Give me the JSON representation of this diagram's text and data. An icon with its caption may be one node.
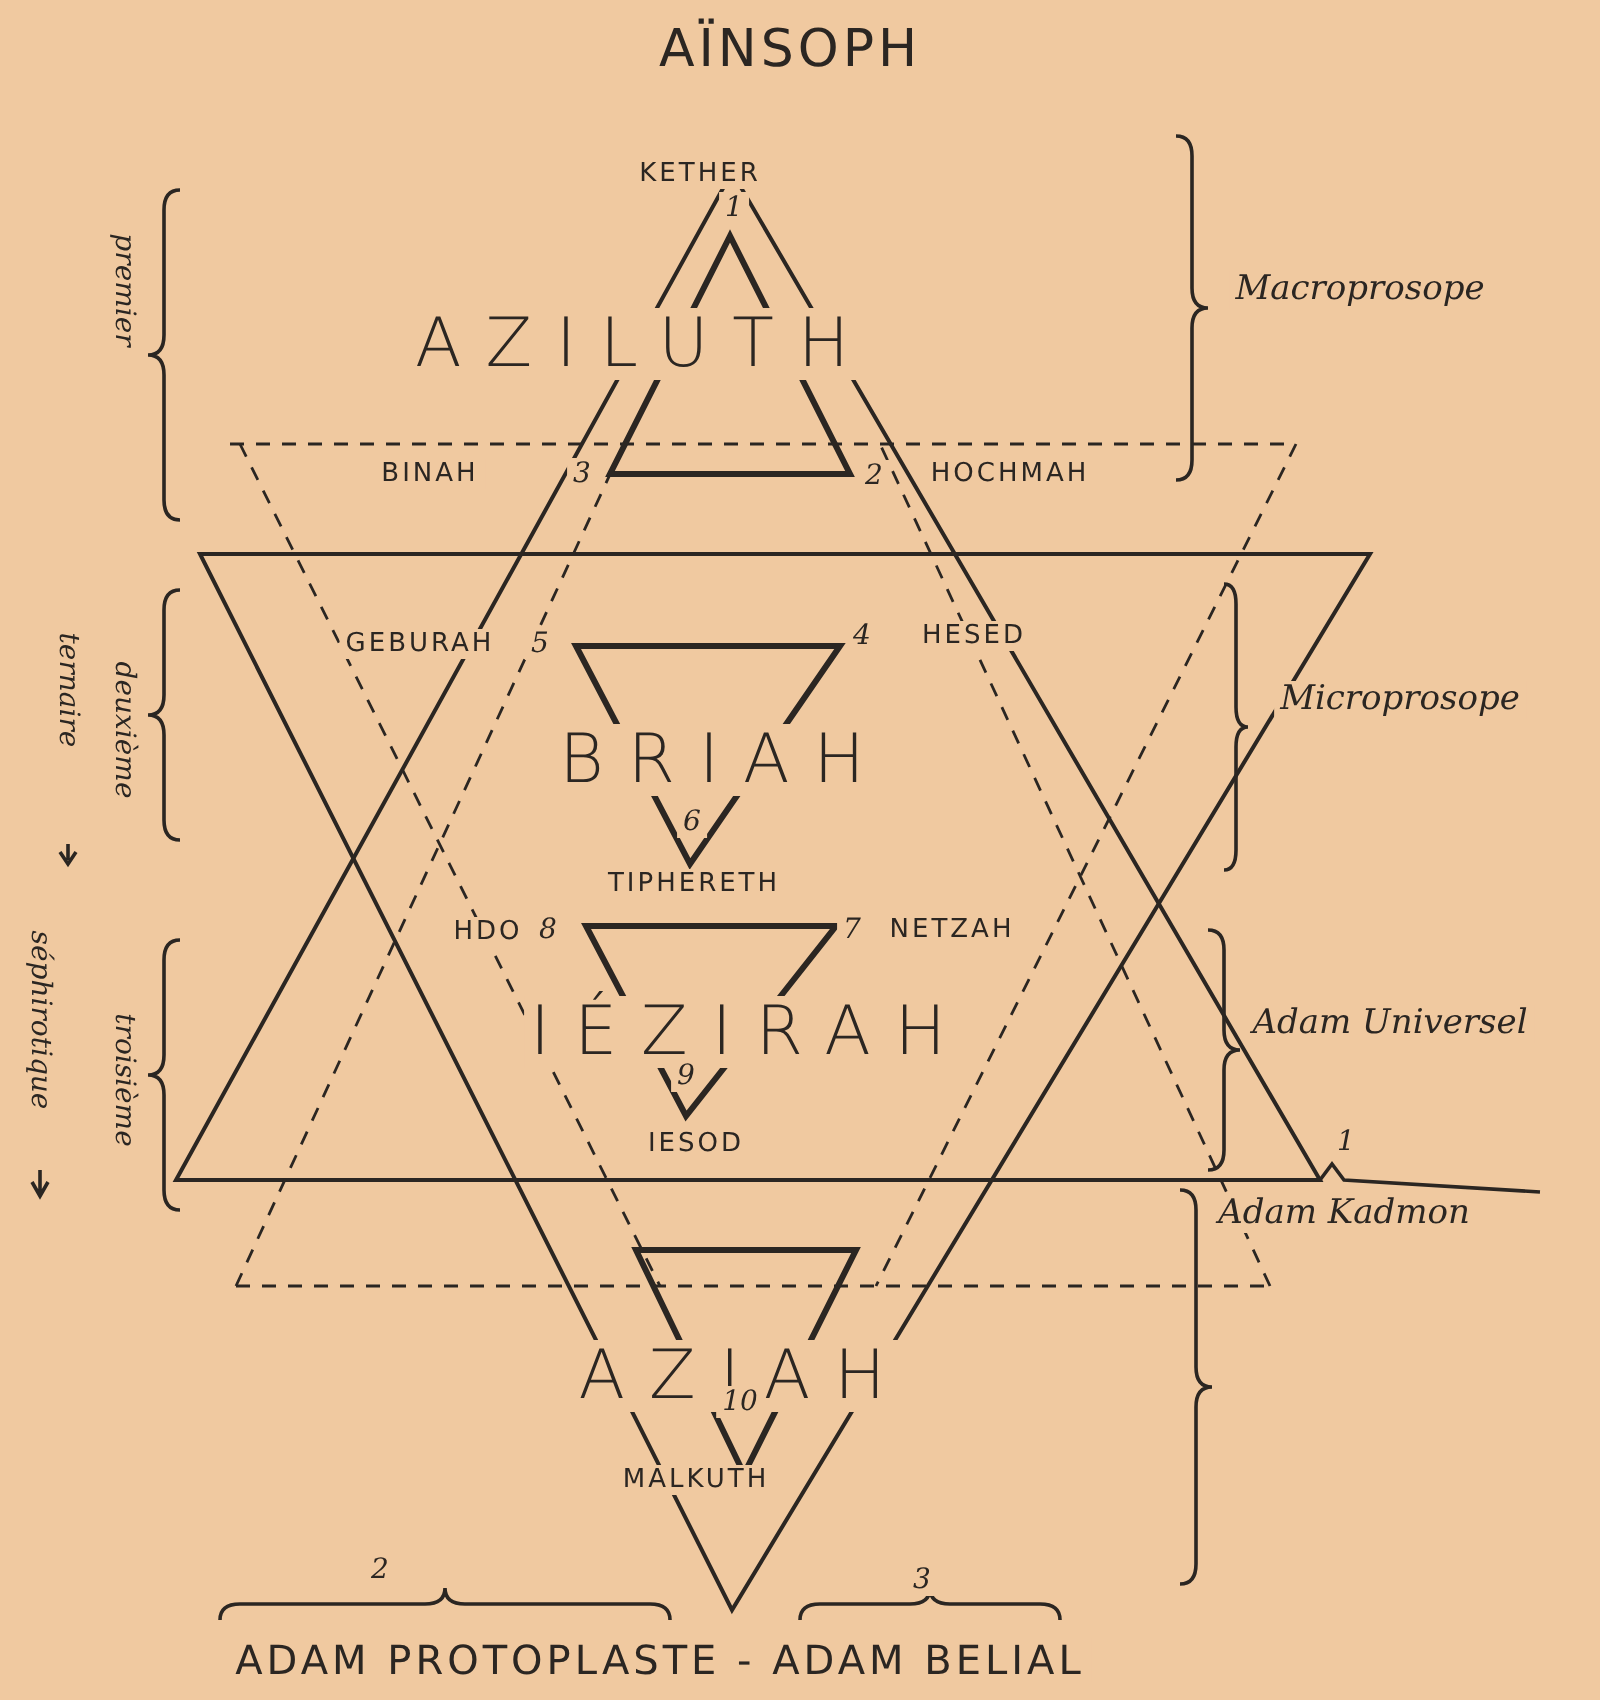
{
  "diagram": {
    "title": "AÏNSOPH",
    "labels": [
      "KETHER",
      "1",
      "Macroprosope",
      "premier",
      "AZILUTH",
      "BINAH",
      "3",
      "2",
      "HOCHMAH",
      "ternaire",
      "GEBURAH",
      "5",
      "4",
      "HESED",
      "Microprosope",
      "deuxième",
      "BRIAH",
      "6",
      "TIPHERETH",
      "HDO",
      "8",
      "7",
      "NETZAH",
      "séphirotique",
      "troisième",
      "IÉZIRAH",
      "Adam Universel",
      "9",
      "IESOD",
      "1",
      "Adam Kadmon",
      "AZIAH",
      "10",
      "MALKUTH",
      "2",
      "3",
      "ADAM PROTOPLASTE - ADAM BELIAL"
    ]
  }
}
